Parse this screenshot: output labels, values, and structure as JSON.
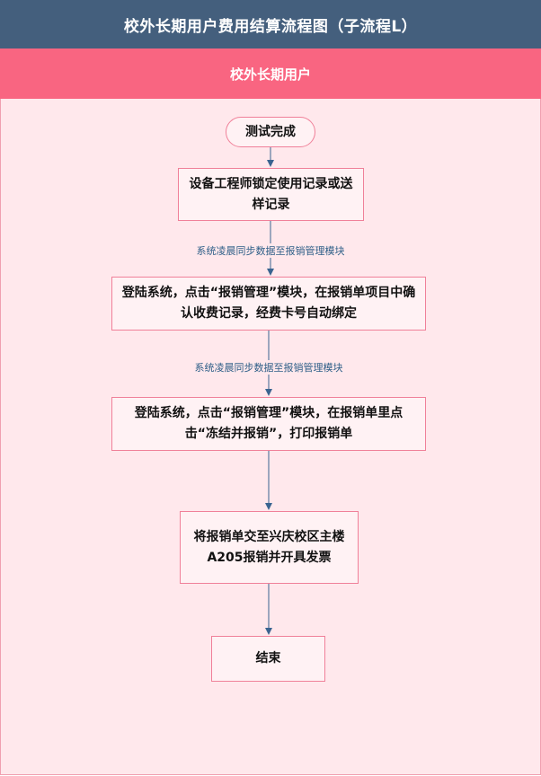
{
  "title": "校外长期用户费用结算流程图（子流程L）",
  "lane": "校外长期用户",
  "nodes": {
    "start": "测试完成",
    "step1": "设备工程师锁定使用记录或送样记录",
    "step2": "登陆系统，点击“报销管理”模块，在报销单项目中确认收费记录，经费卡号自动绑定",
    "step3": "登陆系统，点击“报销管理”模块，在报销单里点击“冻结并报销”，打印报销单",
    "step4": "将报销单交至兴庆校区主楼A205报销并开具发票",
    "end": "结束"
  },
  "edge_labels": {
    "step1_to_step2": "系统凌晨同步数据至报销管理模块",
    "step2_to_step3": "系统凌晨同步数据至报销管理模块"
  },
  "colors": {
    "title_bg": "#445f7d",
    "lane_header_bg": "#f96581",
    "lane_bg": "#ffe8ec",
    "node_border": "#f08099",
    "arrow": "#3a6490"
  }
}
